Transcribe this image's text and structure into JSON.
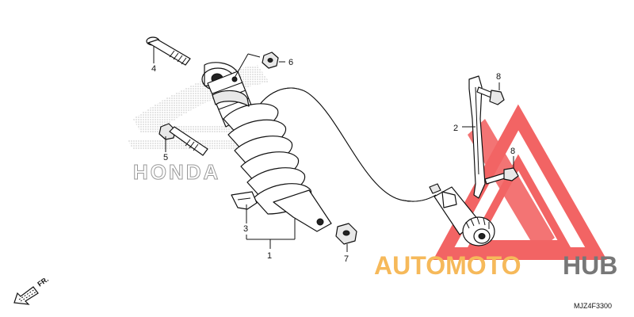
{
  "diagram": {
    "callouts": [
      {
        "number": "1"
      },
      {
        "number": "2"
      },
      {
        "number": "3"
      },
      {
        "number": "4"
      },
      {
        "number": "5"
      },
      {
        "number": "6"
      },
      {
        "number": "7"
      },
      {
        "number": "8"
      },
      {
        "number": "8"
      }
    ],
    "direction_label": "FR.",
    "diagram_code": "MJZ4F3300",
    "brand_watermark": "HONDA"
  },
  "watermark": {
    "part1": "AUTOMOTO",
    "part2": "HUB",
    "colors": {
      "triangle": "#f04a4a",
      "auto_text": "#f6b95a",
      "hub_text": "#777777"
    }
  }
}
